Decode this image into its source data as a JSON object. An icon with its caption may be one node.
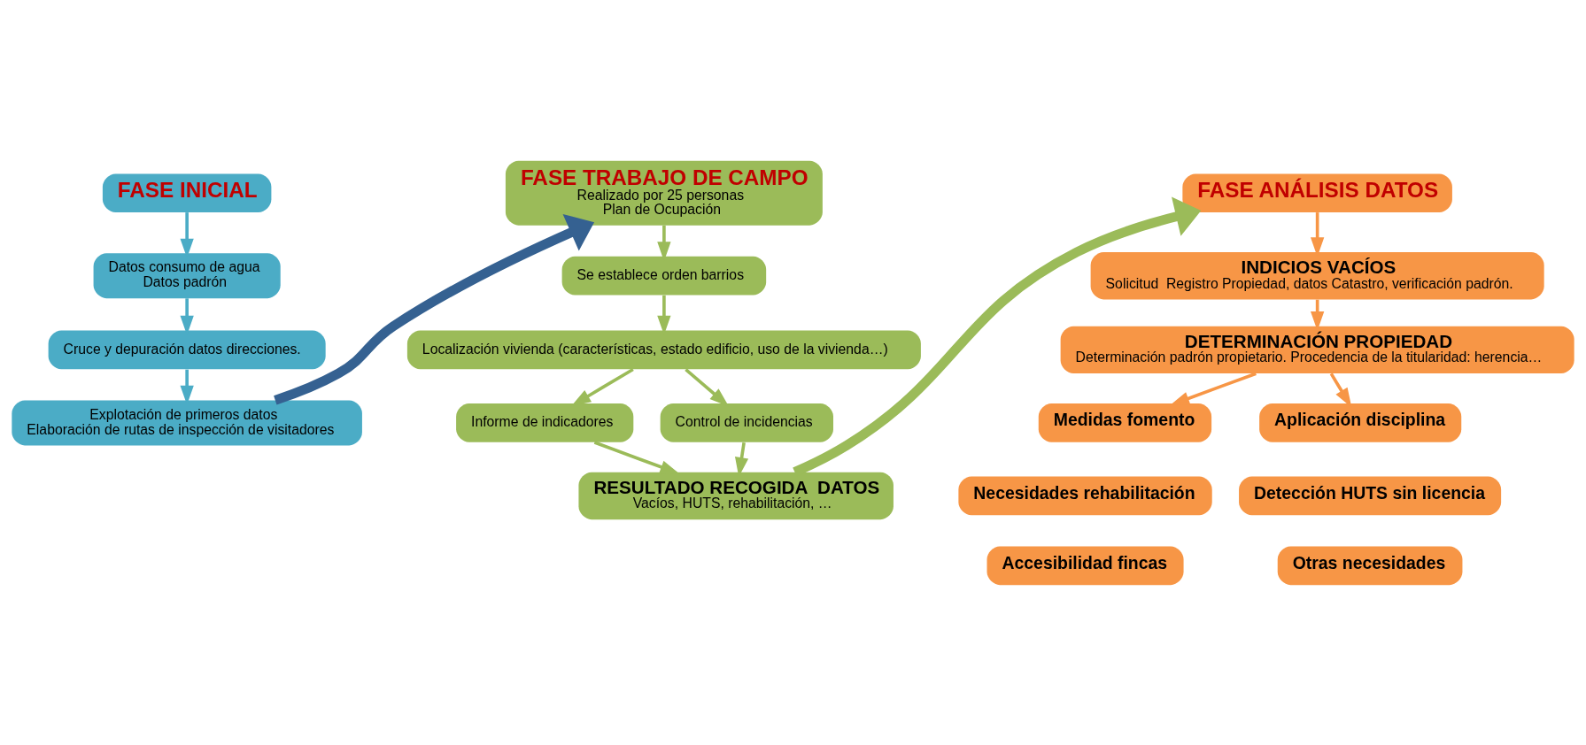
{
  "diagram": {
    "nodes": [
      {
        "text": [
          "FASE INICIAL"
        ]
      },
      {
        "text": [
          "Datos consumo de agua",
          "Datos padrón"
        ]
      },
      {
        "text": [
          "Cruce y depuración datos direcciones."
        ]
      },
      {
        "text": [
          "Explotación de primeros datos",
          "Elaboración de rutas de inspección de visitadores"
        ]
      },
      {
        "text": [
          "FASE TRABAJO DE CAMPO",
          "Realizado por 25 personas",
          "Plan de Ocupación"
        ]
      },
      {
        "text": [
          "Se establece orden barrios"
        ]
      },
      {
        "text": [
          "Localización vivienda (características, estado edificio, uso de la vivienda…)"
        ]
      },
      {
        "text": [
          "Informe de indicadores"
        ]
      },
      {
        "text": [
          "Control de incidencias"
        ]
      },
      {
        "text": [
          "RESULTADO RECOGIDA  DATOS",
          "Vacíos, HUTS, rehabilitación, …"
        ]
      },
      {
        "text": [
          "FASE ANÁLISIS DATOS"
        ]
      },
      {
        "text": [
          "INDICIOS VACÍOS",
          "Solicitud  Registro Propiedad, datos Catastro, verificación padrón."
        ]
      },
      {
        "text": [
          "DETERMINACIÓN PROPIEDAD",
          "Determinación padrón propietario. Procedencia de la titularidad: herencia…"
        ]
      },
      {
        "text": [
          "Medidas fomento"
        ]
      },
      {
        "text": [
          "Aplicación disciplina"
        ]
      },
      {
        "text": [
          "Necesidades rehabilitación"
        ]
      },
      {
        "text": [
          "Detección HUTS sin licencia"
        ]
      },
      {
        "text": [
          "Accesibilidad fincas"
        ]
      },
      {
        "text": [
          "Otras necesidades"
        ]
      }
    ],
    "edges": [
      {
        "from": 0,
        "to": 1,
        "arrow": "to",
        "color": "#4bacc6"
      },
      {
        "from": 1,
        "to": 2,
        "arrow": "to",
        "color": "#4bacc6"
      },
      {
        "from": 2,
        "to": 3,
        "arrow": "to",
        "color": "#4bacc6"
      },
      {
        "from": 3,
        "to": 4,
        "arrow": "to",
        "style": "thick",
        "color": "#356191"
      },
      {
        "from": 4,
        "to": 5,
        "arrow": "to"
      },
      {
        "from": 5,
        "to": 6,
        "arrow": "to"
      },
      {
        "from": 6,
        "to": 7,
        "arrow": "to"
      },
      {
        "from": 6,
        "to": 8,
        "arrow": "to"
      },
      {
        "from": 7,
        "to": 9,
        "arrow": "to"
      },
      {
        "from": 8,
        "to": 9,
        "arrow": "to"
      },
      {
        "from": 9,
        "to": 10,
        "arrow": "to",
        "style": "thick"
      },
      {
        "from": 10,
        "to": 11,
        "arrow": "to",
        "color": "#f79646"
      },
      {
        "from": 11,
        "to": 12,
        "arrow": "to",
        "color": "#f79646"
      },
      {
        "from": 12,
        "to": 13,
        "arrow": "to",
        "color": "#f79646"
      },
      {
        "from": 12,
        "to": 14,
        "arrow": "to",
        "color": "#f79646"
      }
    ]
  }
}
